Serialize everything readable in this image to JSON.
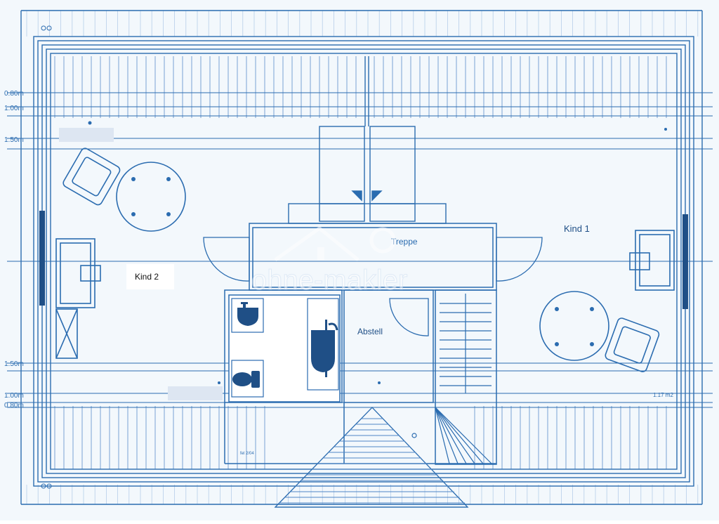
{
  "plan": {
    "rooms": {
      "kind1": "Kind 1",
      "kind2": "Kind 2",
      "treppe": "Treppe",
      "abstell": "Abstell"
    },
    "dimensions": {
      "d080_top": "0.80m",
      "d100_top": "1.00m",
      "d150_top": "1.50m",
      "d150_bottom": "1.50m",
      "d100_bottom": "1.00m",
      "d080_bottom": "0.80m"
    },
    "area_note": "1.17 m2",
    "small_note": "fel 2/04",
    "watermark": "ohne-makler",
    "colors": {
      "line": "#2b6cb0",
      "fixture": "#1f4f86",
      "paper": "#f3f8fc"
    }
  }
}
